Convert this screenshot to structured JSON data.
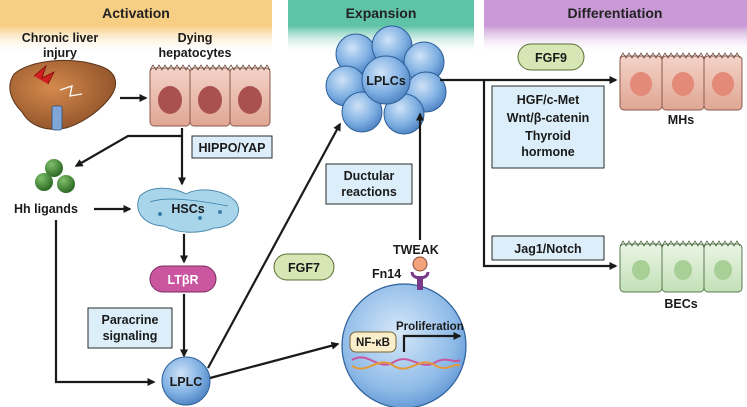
{
  "sections": {
    "activation": "Activation",
    "expansion": "Expansion",
    "differentiation": "Differentiation"
  },
  "labels": {
    "chronic_liver_injury": [
      "Chronic liver",
      "injury"
    ],
    "dying_hepatocytes": [
      "Dying",
      "hepatocytes"
    ],
    "hippo_yap": "HIPPO/YAP",
    "hh_ligands": "Hh ligands",
    "hscs": "HSCs",
    "ltbr": "LTβR",
    "paracrine_signaling": [
      "Paracrine",
      "signaling"
    ],
    "lplc_small": "LPLC",
    "lplcs_cluster": "LPLCs",
    "ductular_reactions": [
      "Ductular",
      "reactions"
    ],
    "fgf7": "FGF7",
    "tweak": "TWEAK",
    "fn14": "Fn14",
    "nfkb": "NF-κB",
    "proliferation": "Proliferation",
    "fgf9": "FGF9",
    "mh_factors": [
      "HGF/c-Met",
      "Wnt/β-catenin",
      "Thyroid",
      "hormone"
    ],
    "mhs": "MHs",
    "jag1_notch": "Jag1/Notch",
    "becs": "BECs"
  },
  "colors": {
    "activation_header": "#f7cf84",
    "expansion_header": "#5fc3a8",
    "differentiation_header": "#c99ad6",
    "info_box": "#dceefa",
    "ltbr_pill": "#c9569f",
    "fgf_pill": "#d6e6b4",
    "cell_blue": "#5d93d2",
    "hepatocyte": "#e9b7a8",
    "bec": "#cfe7c7"
  }
}
